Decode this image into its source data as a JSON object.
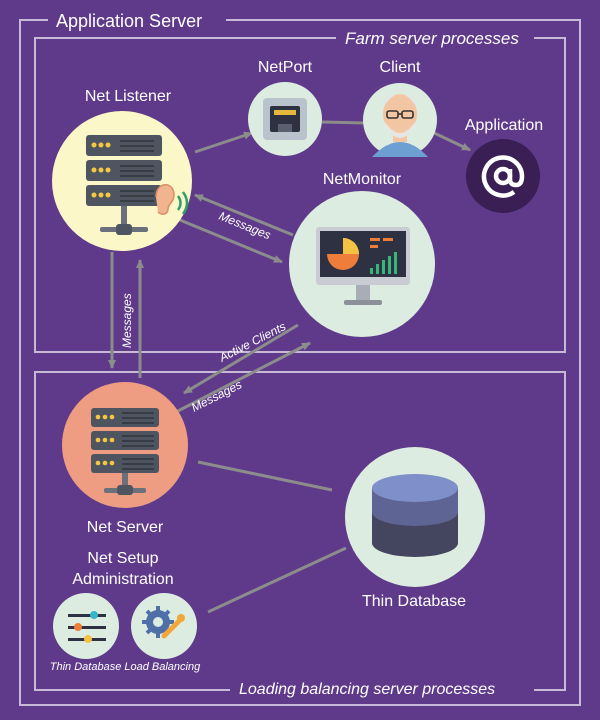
{
  "outer_frame": {
    "title": "Application Server"
  },
  "farm_box": {
    "title": "Farm server processes"
  },
  "lb_box": {
    "title": "Loading balancing server processes"
  },
  "nodes": {
    "net_listener": "Net Listener",
    "netport": "NetPort",
    "client": "Client",
    "application": "Application",
    "netmonitor": "NetMonitor",
    "net_server": "Net Server",
    "net_setup_line1": "Net Setup",
    "net_setup_line2": "Administration",
    "thin_database": "Thin Database",
    "thin_db_lb": "Thin Database Load Balancing"
  },
  "edges": {
    "listener_monitor": "Messages",
    "listener_server": "Messages",
    "server_monitor_active": "Active Clients",
    "server_monitor_messages": "Messages"
  },
  "colors": {
    "background": "#5f3a8a",
    "frame": "#c7bad6",
    "arrow": "#8c8c8c",
    "listener_circle": "#fbf7c8",
    "node_circle": "#dcece0",
    "server_circle": "#ee9d82",
    "application_circle": "#3a1f55",
    "database_top": "#7f8fc9",
    "database_body": "#44455e"
  },
  "icons": {
    "listener": "server-rack-with-ear-icon",
    "netport": "ethernet-port-icon",
    "client": "user-avatar-icon",
    "application": "at-sign-icon",
    "monitor": "monitor-dashboard-icon",
    "server": "server-rack-icon",
    "database": "database-cylinder-icon",
    "sliders": "sliders-settings-icon",
    "tools": "gear-wrench-icon"
  }
}
